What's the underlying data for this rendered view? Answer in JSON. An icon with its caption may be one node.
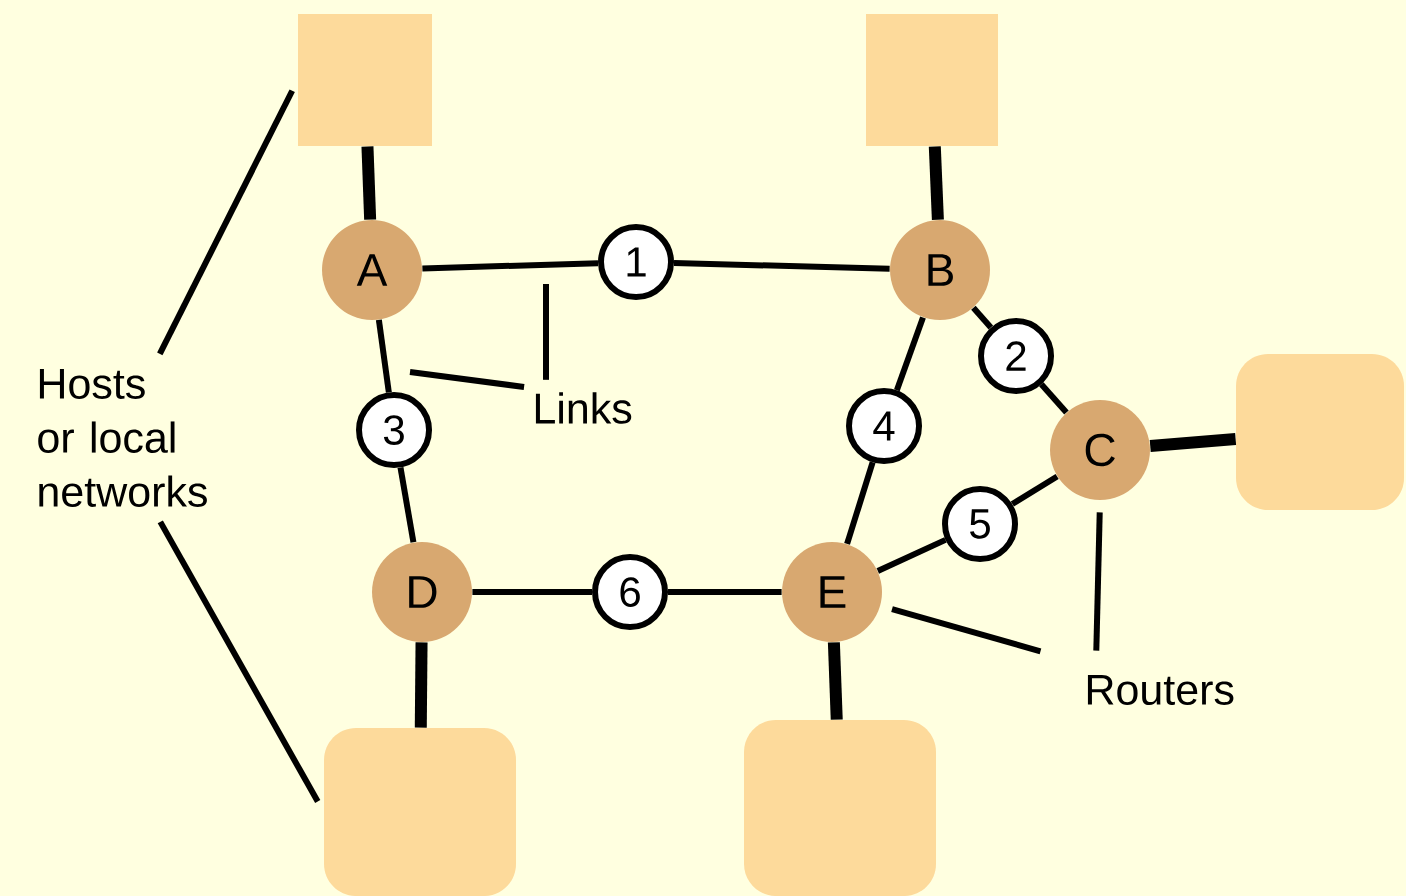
{
  "diagram": {
    "nodes": [
      {
        "text": [
          "A"
        ]
      },
      {
        "text": [
          "B"
        ]
      },
      {
        "text": [
          "C"
        ]
      },
      {
        "text": [
          "D"
        ]
      },
      {
        "text": [
          "E"
        ]
      },
      {
        "text": [
          "1"
        ]
      },
      {
        "text": [
          "2"
        ]
      },
      {
        "text": [
          "3"
        ]
      },
      {
        "text": [
          "4"
        ]
      },
      {
        "text": [
          "5"
        ]
      },
      {
        "text": [
          "6"
        ]
      },
      {
        "text": [],
        "shape": "box"
      },
      {
        "text": [],
        "shape": "box"
      },
      {
        "text": [],
        "shape": "cloud"
      },
      {
        "text": [],
        "shape": "cloud"
      },
      {
        "text": [],
        "shape": "cloud"
      },
      {
        "text": [
          "Hosts or local networks"
        ]
      },
      {
        "text": [
          "Links"
        ]
      },
      {
        "text": [
          "Routers"
        ]
      }
    ],
    "edges": [
      {
        "from": 0,
        "to": 5,
        "arrow": "none"
      },
      {
        "from": 5,
        "to": 1,
        "arrow": "none"
      },
      {
        "from": 1,
        "to": 6,
        "arrow": "none"
      },
      {
        "from": 6,
        "to": 2,
        "arrow": "none"
      },
      {
        "from": 0,
        "to": 7,
        "arrow": "none"
      },
      {
        "from": 7,
        "to": 3,
        "arrow": "none"
      },
      {
        "from": 1,
        "to": 8,
        "arrow": "none"
      },
      {
        "from": 8,
        "to": 4,
        "arrow": "none"
      },
      {
        "from": 4,
        "to": 9,
        "arrow": "none"
      },
      {
        "from": 9,
        "to": 2,
        "arrow": "none"
      },
      {
        "from": 3,
        "to": 10,
        "arrow": "none"
      },
      {
        "from": 10,
        "to": 4,
        "arrow": "none"
      },
      {
        "from": 11,
        "to": 0,
        "arrow": "none",
        "style": "thick"
      },
      {
        "from": 12,
        "to": 1,
        "arrow": "none",
        "style": "thick"
      },
      {
        "from": 2,
        "to": 13,
        "arrow": "none",
        "style": "thick"
      },
      {
        "from": 3,
        "to": 14,
        "arrow": "none",
        "style": "thick"
      },
      {
        "from": 4,
        "to": 15,
        "arrow": "none",
        "style": "thick"
      },
      {
        "from": 16,
        "to": 11,
        "arrow": "none"
      },
      {
        "from": 16,
        "to": 14,
        "arrow": "none"
      },
      {
        "from": 17,
        "to": null,
        "arrow": "none"
      },
      {
        "from": 17,
        "to": null,
        "arrow": "none"
      },
      {
        "from": 18,
        "to": 2,
        "arrow": "none"
      },
      {
        "from": 18,
        "to": 4,
        "arrow": "none"
      }
    ]
  }
}
